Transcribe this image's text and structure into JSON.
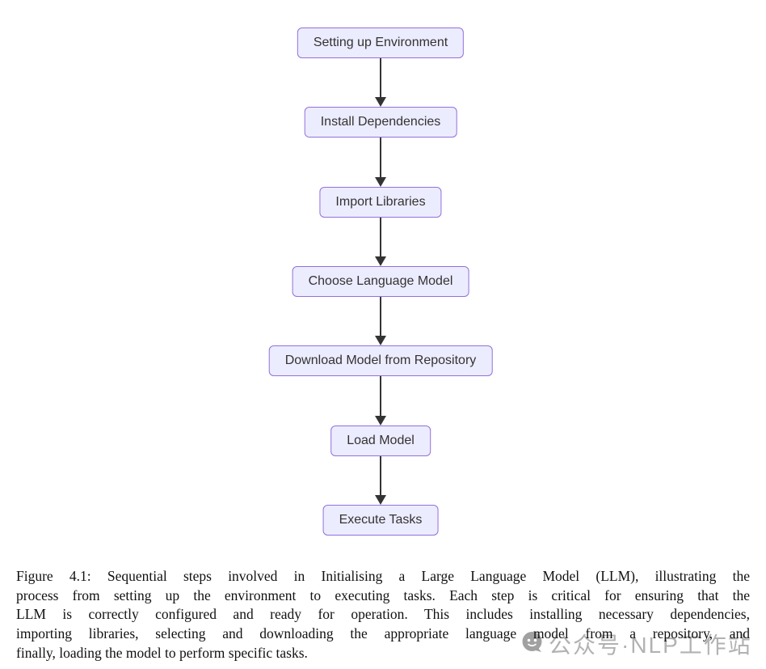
{
  "flowchart": {
    "type": "vertical-sequence",
    "node_fill": "#ECECFF",
    "node_border": "#9370DB",
    "arrow_color": "#333333",
    "nodes": [
      {
        "label": "Setting up Environment"
      },
      {
        "label": "Install Dependencies"
      },
      {
        "label": "Import Libraries"
      },
      {
        "label": "Choose Language Model"
      },
      {
        "label": "Download Model from Repository"
      },
      {
        "label": "Load Model"
      },
      {
        "label": "Execute Tasks"
      }
    ]
  },
  "caption": {
    "lines": [
      "Figure 4.1: Sequential steps involved in Initialising a Large Language Model (LLM), illustrating the",
      "process from setting up the environment to executing tasks. Each step is critical for ensuring that the",
      "LLM is correctly configured and ready for operation. This includes installing necessary dependencies,",
      "importing libraries, selecting and downloading the appropriate language model from a repository, and",
      "finally, loading the model to perform specific tasks."
    ]
  },
  "watermark": {
    "text": "公众号·NLP工作站",
    "icon": "chat-bubble-logo",
    "color": "#a5a5a5"
  }
}
